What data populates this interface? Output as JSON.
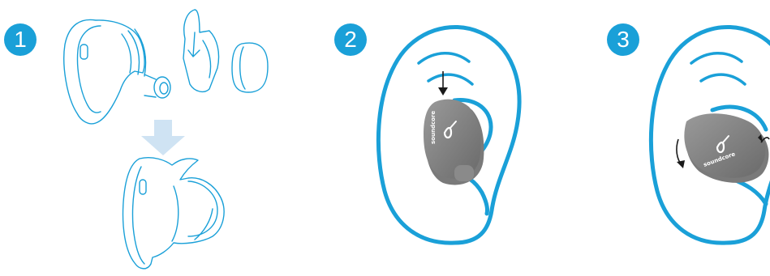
{
  "colors": {
    "accent": "#1aa0d8",
    "line": "#1aa0d8",
    "arrow_fill": "#cfe3f3",
    "earbud": "#8a8a8a",
    "earbud_dark": "#6e6e6e",
    "black": "#1a1a1a"
  },
  "steps": [
    {
      "number": "1"
    },
    {
      "number": "2"
    },
    {
      "number": "3"
    }
  ],
  "earbud": {
    "brand_text": "soundcore"
  },
  "icons": [
    "down-arrow-icon",
    "push-arrow-icon",
    "rotate-arrow-icon"
  ]
}
